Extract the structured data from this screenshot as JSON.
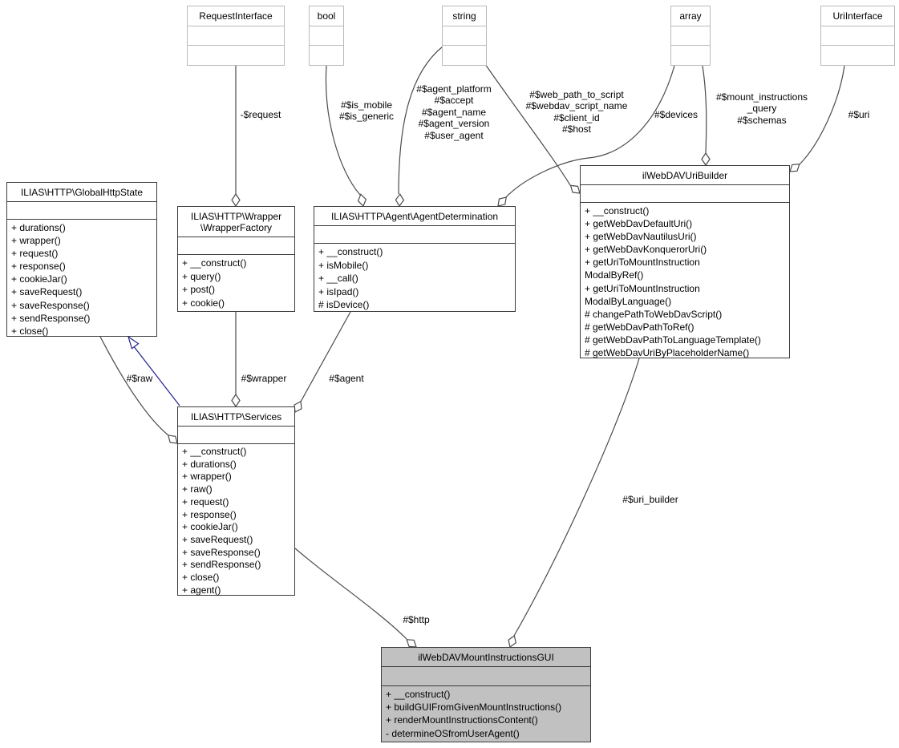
{
  "diagram": {
    "type": "uml-collaboration-diagram",
    "colors": {
      "background": "#ffffff",
      "class_border": "#3c3c3c",
      "interface_border": "#b9b9b9",
      "highlight_fill": "#c1c1c1",
      "edge": "#4a4a4a",
      "inheritance": "#20208c"
    }
  },
  "interfaces": {
    "request_interface": {
      "title": "RequestInterface"
    },
    "bool": {
      "title": "bool"
    },
    "string": {
      "title": "string"
    },
    "array": {
      "title": "array"
    },
    "uri_interface": {
      "title": "UriInterface"
    }
  },
  "classes": {
    "global_http_state": {
      "title": "ILIAS\\HTTP\\GlobalHttpState",
      "methods": [
        "+ durations()",
        "+ wrapper()",
        "+ request()",
        "+ response()",
        "+ cookieJar()",
        "+ saveRequest()",
        "+ saveResponse()",
        "+ sendResponse()",
        "+ close()"
      ]
    },
    "wrapper_factory": {
      "title_line1": "ILIAS\\HTTP\\Wrapper",
      "title_line2": "\\WrapperFactory",
      "methods": [
        "+ __construct()",
        "+ query()",
        "+ post()",
        "+ cookie()"
      ]
    },
    "agent_determination": {
      "title": "ILIAS\\HTTP\\Agent\\AgentDetermination",
      "methods": [
        "+ __construct()",
        "+ isMobile()",
        "+ __call()",
        "+ isIpad()",
        "# isDevice()"
      ]
    },
    "uri_builder": {
      "title": "ilWebDAVUriBuilder",
      "methods": [
        "+ __construct()",
        "+ getWebDavDefaultUri()",
        "+ getWebDavNautilusUri()",
        "+ getWebDavKonquerorUri()",
        "+ getUriToMountInstruction",
        "ModalByRef()",
        "+ getUriToMountInstruction",
        "ModalByLanguage()",
        "# changePathToWebDavScript()",
        "# getWebDavPathToRef()",
        "# getWebDavPathToLanguageTemplate()",
        "# getWebDavUriByPlaceholderName()"
      ]
    },
    "services": {
      "title": "ILIAS\\HTTP\\Services",
      "methods": [
        "+ __construct()",
        "+ durations()",
        "+ wrapper()",
        "+ raw()",
        "+ request()",
        "+ response()",
        "+ cookieJar()",
        "+ saveRequest()",
        "+ saveResponse()",
        "+ sendResponse()",
        "+ close()",
        "+ agent()"
      ]
    },
    "mount_instructions_gui": {
      "title": "ilWebDAVMountInstructionsGUI",
      "methods": [
        "+ __construct()",
        "+ buildGUIFromGivenMountInstructions()",
        "+ renderMountInstructionsContent()",
        "- determineOSfromUserAgent()"
      ]
    }
  },
  "edge_labels": {
    "request": "-$request",
    "is_mobile": [
      "#$is_mobile",
      "#$is_generic"
    ],
    "agent_platform": [
      "#$agent_platform",
      "#$accept",
      "#$agent_name",
      "#$agent_version",
      "#$user_agent"
    ],
    "web_path": [
      "#$web_path_to_script",
      "#$webdav_script_name",
      "#$client_id",
      "#$host"
    ],
    "devices": "#$devices",
    "mount_instructions": [
      "#$mount_instructions",
      "_query",
      "#$schemas"
    ],
    "uri": "#$uri",
    "raw": "#$raw",
    "wrapper": "#$wrapper",
    "agent": "#$agent",
    "uri_builder": "#$uri_builder",
    "http": "#$http"
  }
}
